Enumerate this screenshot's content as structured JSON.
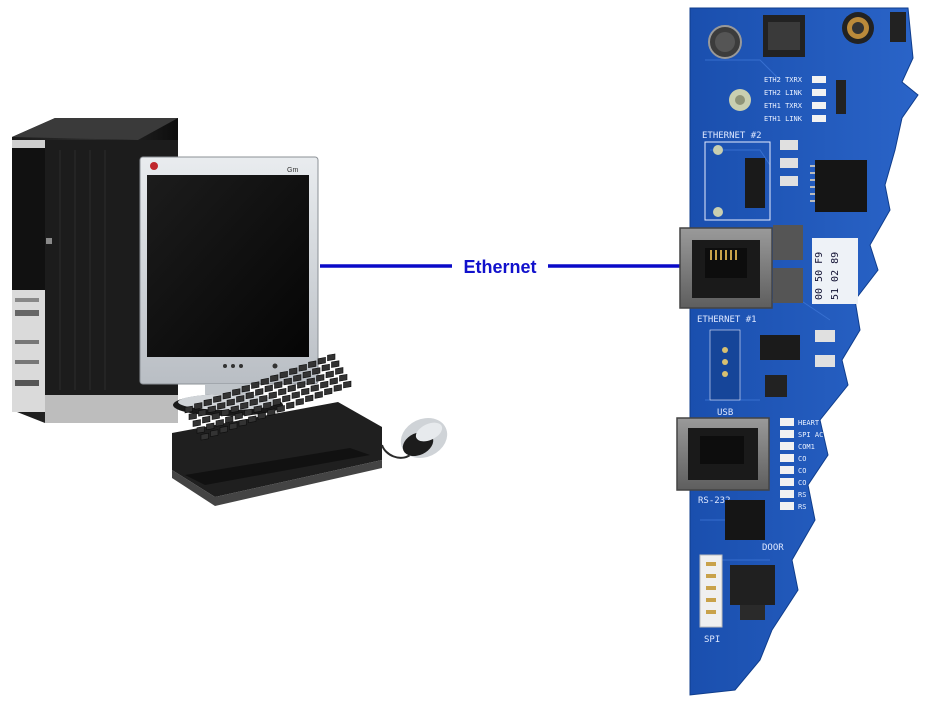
{
  "connection": {
    "label": "Ethernet",
    "line_color": "#0a0ac8"
  },
  "board": {
    "color": "#1f55b8",
    "led_labels": [
      "ETH2 TXRX",
      "ETH2 LINK",
      "ETH1 TXRX",
      "ETH1 LINK"
    ],
    "port_labels": {
      "ethernet2": "ETHERNET #2",
      "ethernet1": "ETHERNET #1",
      "usb": "USB",
      "rs232": "RS-232",
      "spi": "SPI",
      "door": "DOOR"
    },
    "status_labels": [
      "HEART",
      "SPI AC",
      "COM1",
      "CO",
      "CO",
      "CO",
      "RS",
      "RS"
    ],
    "mac_line1": "00 50 F9",
    "mac_line2": "51 02 89"
  },
  "computer": {
    "monitor_brand": "Gm"
  }
}
